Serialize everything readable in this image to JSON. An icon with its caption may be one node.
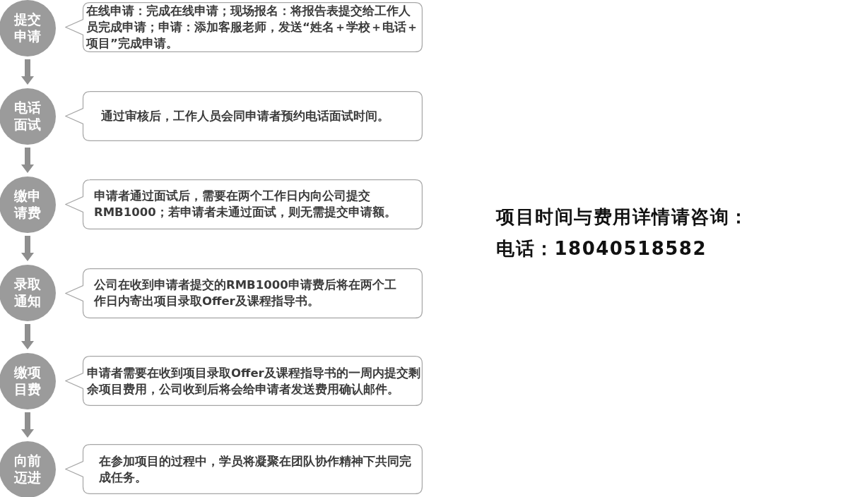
{
  "diagram": {
    "nodes": [
      {
        "text": [
          "提交申请"
        ]
      },
      {
        "text": [
          "在线申请：完成在线申请；现场报名：将报告表提交给工作人员完成申请；申请：添加客服老师，发送“姓名＋学校＋电话＋项目”完成申请。"
        ]
      },
      {
        "text": [
          "电话面试"
        ]
      },
      {
        "text": [
          "通过审核后，工作人员会同申请者预约电话面试时间。"
        ]
      },
      {
        "text": [
          "缴申请费"
        ]
      },
      {
        "text": [
          "申请者通过面试后，需要在两个工作日内向公司提交RMB1000；若申请者未通过面试，则无需提交申请额。"
        ]
      },
      {
        "text": [
          "录取通知"
        ]
      },
      {
        "text": [
          "公司在收到申请者提交的RMB1000申请费后将在两个工作日内寄出项目录取Offer及课程指导书。"
        ]
      },
      {
        "text": [
          "缴项目费"
        ]
      },
      {
        "text": [
          "申请者需要在收到项目录取Offer及课程指导书的一周内提交剩余项目费用，公司收到后将会给申请者发送费用确认邮件。"
        ]
      },
      {
        "text": [
          "向前迈进"
        ]
      },
      {
        "text": [
          "在参加项目的过程中，学员将凝聚在团队协作精神下共同完成任务。"
        ]
      }
    ],
    "edges": [
      {
        "from": 0,
        "to": 2,
        "arrow": "to"
      },
      {
        "from": 2,
        "to": 4,
        "arrow": "to"
      },
      {
        "from": 4,
        "to": 6,
        "arrow": "to"
      },
      {
        "from": 6,
        "to": 8,
        "arrow": "to"
      },
      {
        "from": 8,
        "to": 10,
        "arrow": "to"
      }
    ],
    "labels": [
      "项目时间与费用详情请咨询：",
      "电话：18040518582"
    ]
  }
}
